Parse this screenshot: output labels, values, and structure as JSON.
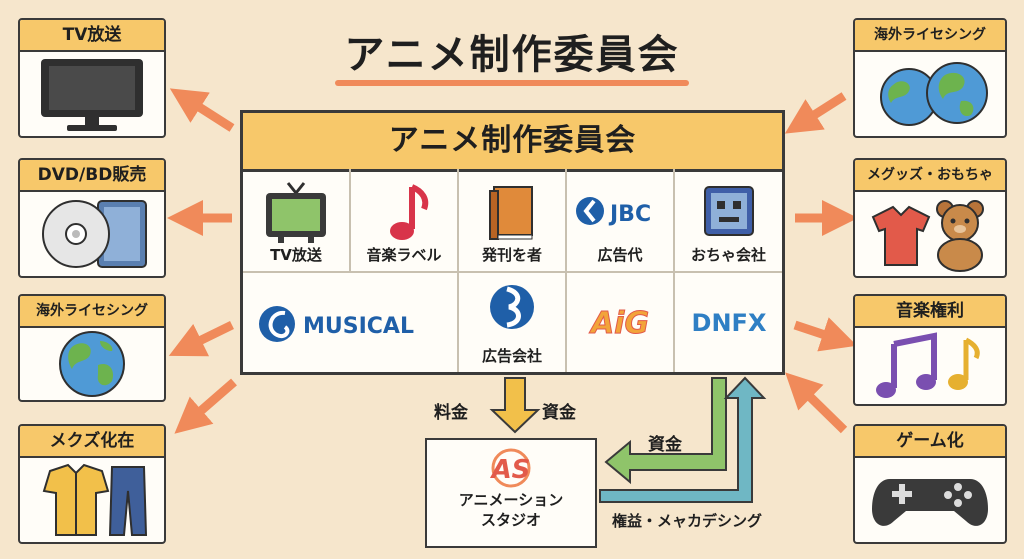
{
  "title": "アニメ制作委員会",
  "committee": {
    "header": "アニメ制作委員会",
    "row1": [
      {
        "label": "TV放送",
        "icon": "tv-icon"
      },
      {
        "label": "音楽ラベル",
        "icon": "music-note-icon"
      },
      {
        "label": "発刊を者",
        "icon": "book-icon"
      },
      {
        "label": "広告代",
        "icon": "jbc-logo-icon",
        "logo_text": "JBC"
      },
      {
        "label": "おちゃ会社",
        "icon": "robot-toy-icon"
      }
    ],
    "row2": [
      {
        "label": "",
        "icon": "musical-logo-icon",
        "logo_text": "MUSICAL"
      },
      {
        "label": "広告会社",
        "icon": "agency-logo-icon"
      },
      {
        "label": "",
        "icon": "aig-logo-icon",
        "logo_text": "AiG"
      },
      {
        "label": "",
        "icon": "dnfx-logo-icon",
        "logo_text": "DNFX"
      }
    ]
  },
  "left_cards": [
    {
      "title": "TV放送",
      "icon": "tv-icon"
    },
    {
      "title": "DVD/BD販売",
      "icon": "disc-icon"
    },
    {
      "title": "海外ライセシング",
      "icon": "globe-icon"
    },
    {
      "title": "メクズ化在",
      "icon": "clothes-icon"
    }
  ],
  "right_cards": [
    {
      "title": "海外ライセシング",
      "icon": "globe-icon"
    },
    {
      "title": "メグッズ・おもちゃ",
      "icon": "toys-icon"
    },
    {
      "title": "音楽権利",
      "icon": "music-notes-icon"
    },
    {
      "title": "ゲーム化",
      "icon": "gamepad-icon"
    }
  ],
  "flows": {
    "fee": "料金",
    "capital_down": "資金",
    "capital_studio": "資金",
    "rights": "権益・メャカデシング"
  },
  "studio": {
    "logo_text": "AS",
    "name_line1": "アニメーション",
    "name_line2": "スタジオ"
  },
  "colors": {
    "header": "#f7c86a",
    "arrow_orange": "#f08a5a",
    "arrow_green": "#8fc46a",
    "arrow_teal": "#6fb7c4",
    "arrow_yellow": "#f2c04a",
    "logo_blue": "#1f5fa8"
  }
}
